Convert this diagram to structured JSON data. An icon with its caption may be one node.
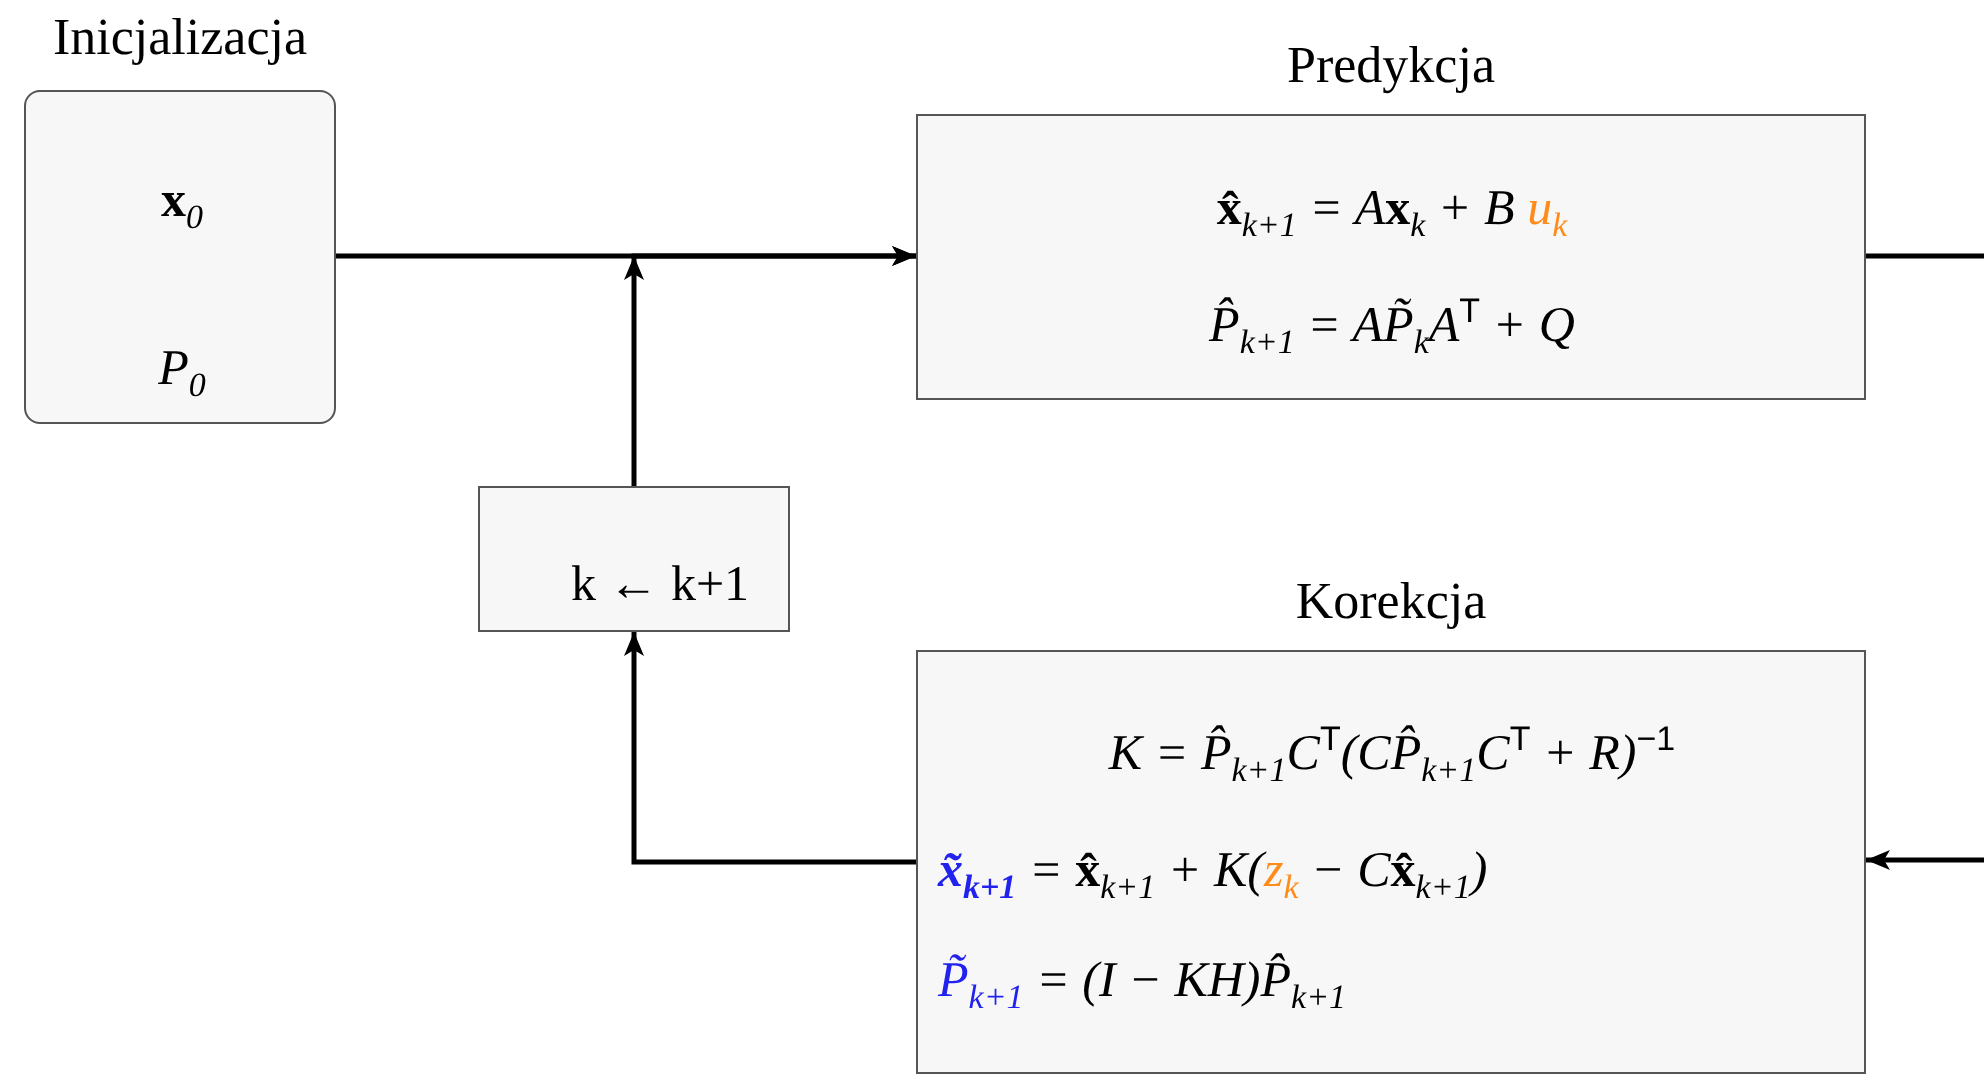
{
  "diagram": {
    "nodes": [
      {
        "text": [
          "Inicjalizacja",
          "**x**$_{0}$",
          "P$_{0}$"
        ]
      },
      {
        "text": [
          "Predykcja",
          "**x̂**$_{k+1}$ = A**x**$_{k}$ + B *u$_{k}$*",
          "P̂$_{k+1}$ = AP̃$_{k}$A$^{T}$ + Q"
        ]
      },
      {
        "text": [
          "Korekcja",
          "K = P̂$_{k+1}$C$^{T}$(CP̂$_{k+1}$C$^{T}$ + R)$^{−1}$",
          "*x̃$_{k+1}$* = **x̂**$_{k+1}$ + K(*z$_{k}$* − C**x̂**$_{k+1}$)",
          "*P̃$_{k+1}$* = (I − KH)P̂$_{k+1}$"
        ]
      },
      {
        "text": [
          "k ← k+1"
        ]
      }
    ],
    "edges": [
      {
        "from": 0,
        "to": 1,
        "arrow": "to"
      },
      {
        "from": 3,
        "to": 1,
        "arrow": "to"
      },
      {
        "from": 1,
        "to": null,
        "arrow": "none"
      },
      {
        "from": null,
        "to": 2,
        "arrow": "to"
      },
      {
        "from": 2,
        "to": 3,
        "arrow": "to"
      }
    ]
  }
}
